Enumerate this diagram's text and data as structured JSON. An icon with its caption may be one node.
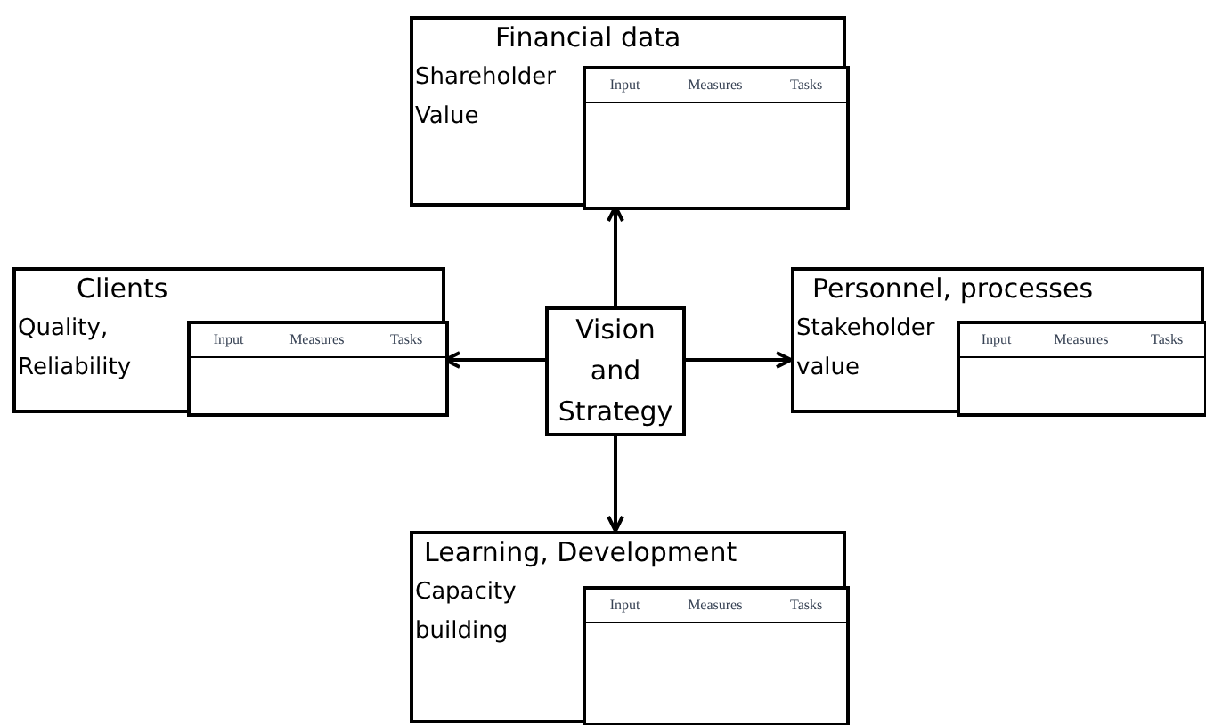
{
  "diagram": {
    "nodes": [
      {
        "text": [
          "Financial data",
          "Shareholder Value"
        ]
      },
      {
        "text": [
          "Input",
          "Measures",
          "Tasks"
        ],
        "in": 0
      },
      {
        "text": [
          "Clients",
          "Quality, Reliability"
        ]
      },
      {
        "text": [
          "Input",
          "Measures",
          "Tasks"
        ],
        "in": 2
      },
      {
        "text": [
          "Vision and Strategy"
        ]
      },
      {
        "text": [
          "Personnel, processes",
          "Stakeholder value"
        ]
      },
      {
        "text": [
          "Input",
          "Measures",
          "Tasks"
        ],
        "in": 5
      },
      {
        "text": [
          "Learning, Development",
          "Capacity building"
        ]
      },
      {
        "text": [
          "Input",
          "Measures",
          "Tasks"
        ],
        "in": 7
      }
    ],
    "edges": [
      {
        "from": 4,
        "to": 0,
        "arrow": "to"
      },
      {
        "from": 4,
        "to": 2,
        "arrow": "to"
      },
      {
        "from": 4,
        "to": 5,
        "arrow": "to"
      },
      {
        "from": 4,
        "to": 7,
        "arrow": "to"
      }
    ]
  }
}
